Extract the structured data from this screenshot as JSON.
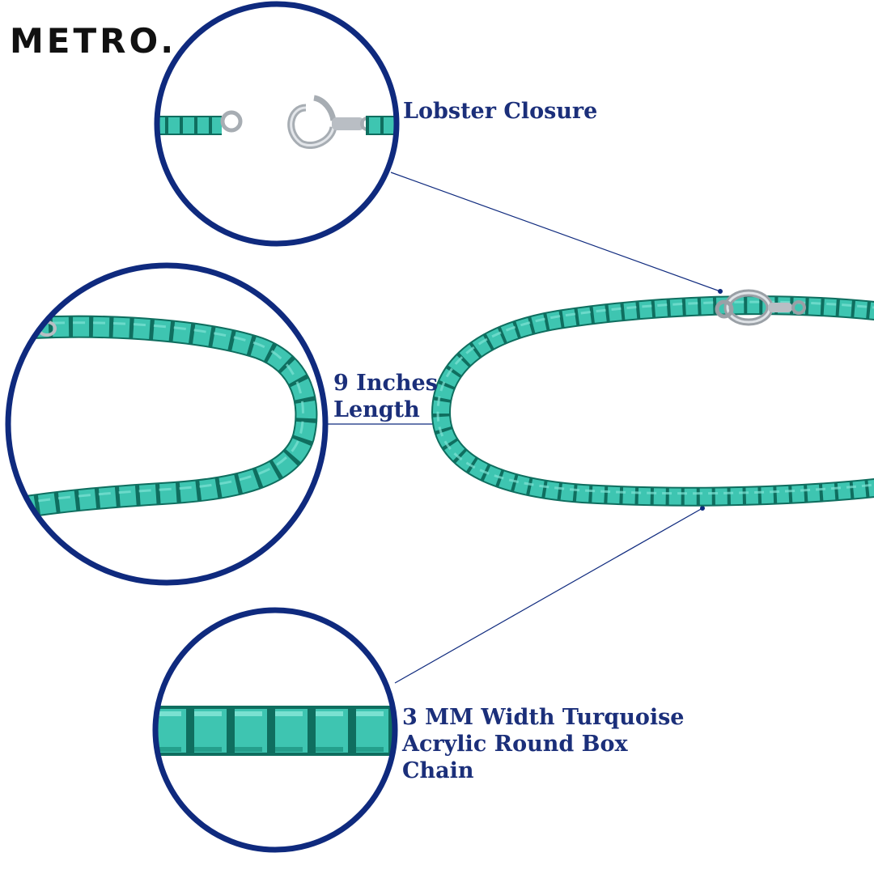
{
  "brand": {
    "logo_text": "METRO."
  },
  "callouts": {
    "closure": {
      "line1": "Lobster Closure"
    },
    "length": {
      "line1": "9 Inches",
      "line2": "Length"
    },
    "width": {
      "line1": "3 MM Width Turquoise",
      "line2": "Acrylic Round Box",
      "line3": "Chain"
    }
  },
  "colors": {
    "circle_border": "#0f2a7e",
    "label_text": "#1b2f7a",
    "chain_teal": "#3ec5b1",
    "chain_dark": "#0f6e5f",
    "clasp_steel": "#b9bec4"
  },
  "icons": [
    "lobster-clasp-icon"
  ]
}
